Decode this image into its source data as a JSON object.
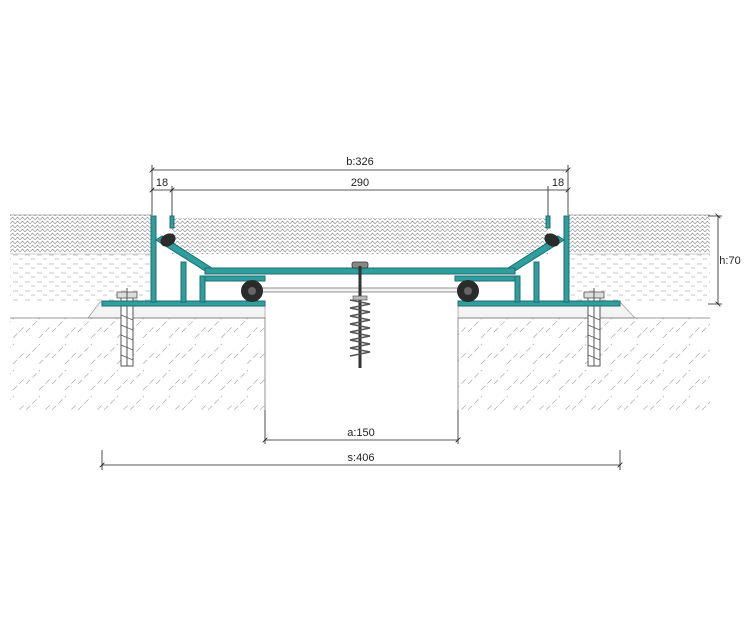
{
  "dimensions": {
    "b": "b:326",
    "left_flange": "18",
    "center_span": "290",
    "right_flange": "18",
    "h": "h:70",
    "a": "a:150",
    "s": "s:406"
  },
  "colors": {
    "profile": "#2e9e9e",
    "profile_dark": "#1f6f70",
    "gasket": "#2b2b2b",
    "concrete_hatch": "#9a9a9a",
    "screed_hatch": "#b5b5b5",
    "dim_line": "#222222",
    "bolt": "#555555"
  },
  "icons": {
    "anchor": "anchor-bolt-icon",
    "spring": "spring-icon"
  }
}
